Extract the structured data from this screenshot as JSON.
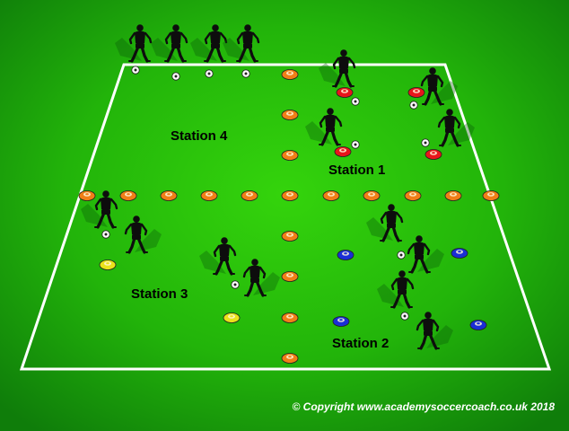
{
  "stations": {
    "station_1": "Station 1",
    "station_2": "Station 2",
    "station_3": "Station 3",
    "station_4": "Station 4"
  },
  "footer": {
    "copyright": "© Copyright www.academysoccercoach.co.uk 2018"
  },
  "colors": {
    "grass_light": "#2fcf0a",
    "grass_dark": "#0f7d0a",
    "lines": "#ffffff",
    "cone_orange": "#f07f17",
    "cone_red": "#e8151b",
    "cone_blue": "#1a2ed6",
    "cone_yellow": "#e9e21a",
    "player": "#0d0d0d"
  },
  "icons": {
    "player": "player-icon",
    "ball": "soccer-ball-icon",
    "cone": "cone-icon"
  }
}
